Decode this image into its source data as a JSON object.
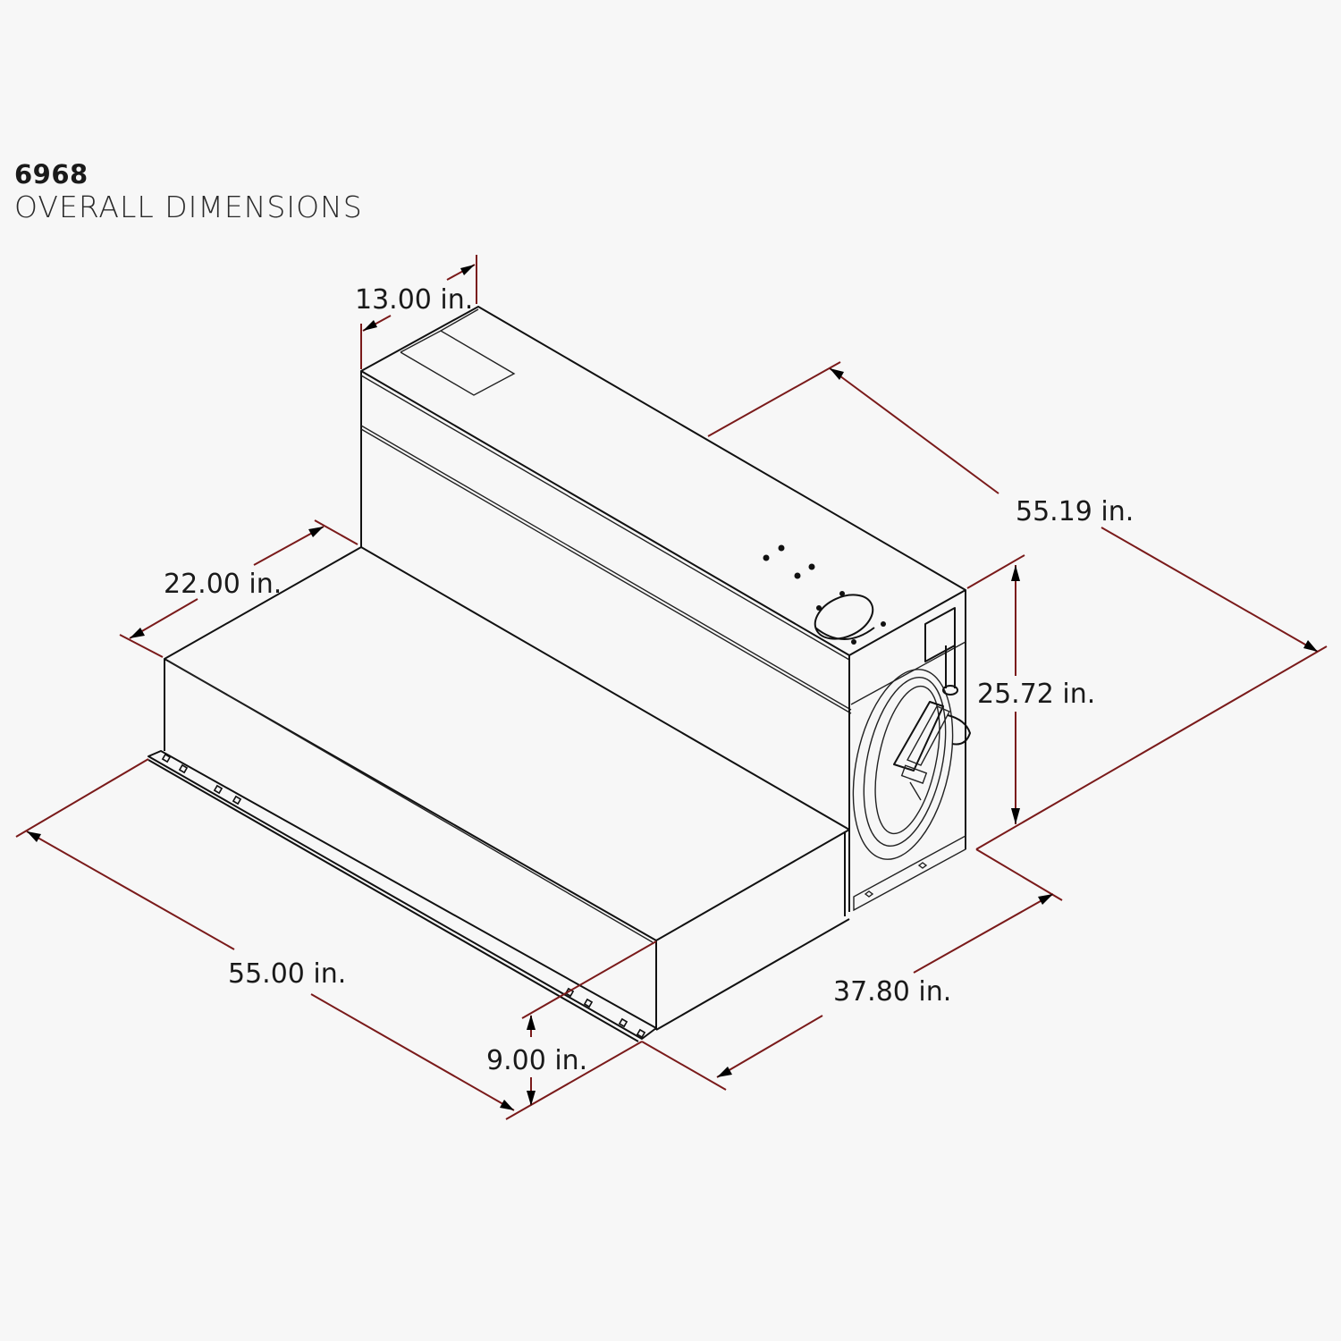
{
  "title": {
    "model_number": "6968",
    "subtitle": "OVERALL  DIMENSIONS"
  },
  "dimensions": {
    "top_depth": "13.00 in.",
    "overall_length_back": "55.19 in.",
    "step_depth": "22.00 in.",
    "overall_height": "25.72 in.",
    "overall_length_front": "55.00 in.",
    "overall_width": "37.80 in.",
    "step_height": "9.00 in."
  },
  "colors": {
    "background": "#f7f7f7",
    "object_lines": "#111111",
    "dimension_lines": "#7a1a1a",
    "arrowheads": "#000000"
  },
  "components": [
    "tank-body",
    "raised-upper-section",
    "lower-step-section",
    "fill-cap",
    "access-panel",
    "hose-reel",
    "fuel-nozzle",
    "mounting-flange"
  ]
}
